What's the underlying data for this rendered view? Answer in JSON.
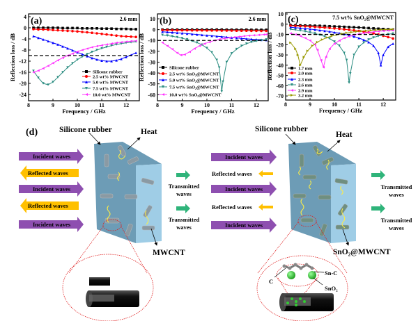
{
  "chart_data": [
    {
      "type": "line",
      "panel": "(a)",
      "note": "2.6 mm",
      "xlabel": "Frequency / GHz",
      "ylabel": "Reflection loss / dB",
      "xlim": [
        8,
        12.54
      ],
      "ylim": [
        -26.25,
        5
      ],
      "xticks": [
        8,
        9,
        10,
        11,
        12
      ],
      "yticks": [
        4,
        0,
        -4,
        -8,
        -12,
        -16,
        -20,
        -24
      ],
      "reference_line": -10,
      "legend_position": "bottom-right",
      "series": [
        {
          "name": "Silicone rubber",
          "color": "#000000",
          "marker": "square",
          "x": [
            8.2,
            8.4,
            8.6,
            8.8,
            9.0,
            9.2,
            9.4,
            9.6,
            9.8,
            10.0,
            10.2,
            10.4,
            10.6,
            10.8,
            11.0,
            11.2,
            11.4,
            11.6,
            11.8,
            12.0,
            12.2,
            12.4
          ],
          "y": [
            0,
            0,
            0,
            0,
            0,
            0,
            -0.1,
            -0.1,
            -0.1,
            -0.1,
            -0.2,
            -0.2,
            -0.2,
            -0.2,
            -0.3,
            -0.3,
            -0.3,
            -0.4,
            -0.4,
            -0.4,
            -0.5,
            -0.5
          ]
        },
        {
          "name": "2.5 wt% MWCNT",
          "color": "#ff0000",
          "marker": "circle",
          "x": [
            8.2,
            8.4,
            8.6,
            8.8,
            9.0,
            9.2,
            9.4,
            9.6,
            9.8,
            10.0,
            10.2,
            10.4,
            10.6,
            10.8,
            11.0,
            11.2,
            11.4,
            11.6,
            11.8,
            12.0,
            12.2,
            12.4
          ],
          "y": [
            -0.5,
            -0.6,
            -0.6,
            -0.7,
            -0.8,
            -0.9,
            -1.0,
            -1.1,
            -1.2,
            -1.3,
            -1.5,
            -1.6,
            -1.8,
            -2.0,
            -2.2,
            -2.4,
            -2.6,
            -2.8,
            -3.0,
            -3.1,
            -3.2,
            -3.3
          ]
        },
        {
          "name": "5.0 wt% MWCNT",
          "color": "#0000ff",
          "marker": "triangle-up",
          "x": [
            8.2,
            8.4,
            8.6,
            8.8,
            9.0,
            9.2,
            9.4,
            9.6,
            9.8,
            10.0,
            10.2,
            10.4,
            10.6,
            10.8,
            11.0,
            11.2,
            11.4,
            11.6,
            11.8,
            12.0,
            12.2,
            12.4
          ],
          "y": [
            -3.0,
            -3.6,
            -4.2,
            -4.8,
            -5.4,
            -6.0,
            -6.7,
            -7.4,
            -8.1,
            -8.8,
            -9.5,
            -10.2,
            -10.9,
            -11.4,
            -11.8,
            -12.0,
            -12.0,
            -11.7,
            -11.2,
            -10.5,
            -9.8,
            -9.0
          ]
        },
        {
          "name": "7.5 wt% MWCNT",
          "color": "#2a8c80",
          "marker": "triangle-down",
          "x": [
            8.2,
            8.4,
            8.6,
            8.8,
            9.0,
            9.2,
            9.4,
            9.6,
            9.8,
            10.0,
            10.2,
            10.4,
            10.6,
            10.8,
            11.0,
            11.2,
            11.4,
            11.6,
            11.8,
            12.0,
            12.2,
            12.4
          ],
          "y": [
            -15.5,
            -18,
            -20,
            -20.5,
            -19.5,
            -17.8,
            -16,
            -14.3,
            -12.8,
            -11.5,
            -10.4,
            -9.5,
            -8.7,
            -8,
            -7.4,
            -6.9,
            -6.4,
            -6,
            -5.7,
            -5.4,
            -5.2,
            -5.0
          ]
        },
        {
          "name": "10.0 wt% MWCNT",
          "color": "#ff33ff",
          "marker": "triangle-left",
          "x": [
            8.2,
            8.4,
            8.6,
            8.8,
            9.0,
            9.2,
            9.4,
            9.6,
            9.8,
            10.0,
            10.2,
            10.4,
            10.6,
            10.8,
            11.0,
            11.2,
            11.4,
            11.6,
            11.8,
            12.0,
            12.2,
            12.4
          ],
          "y": [
            -16,
            -15.4,
            -14.6,
            -13.7,
            -12.7,
            -11.7,
            -10.8,
            -10,
            -9.3,
            -8.6,
            -8,
            -7.5,
            -7,
            -6.6,
            -6.3,
            -6,
            -5.7,
            -5.4,
            -5.2,
            -5,
            -4.8,
            -4.7
          ]
        }
      ]
    },
    {
      "type": "line",
      "panel": "(b)",
      "note": "2.6 mm",
      "xlabel": "Frequency / GHz",
      "ylabel": "Reflection loss / dB",
      "xlim": [
        8,
        12.48
      ],
      "ylim": [
        -65.6,
        14.5
      ],
      "xticks": [
        8,
        9,
        10,
        11,
        12
      ],
      "yticks": [
        10,
        0,
        -10,
        -20,
        -30,
        -40,
        -50,
        -60
      ],
      "reference_line": -10,
      "legend_position": "bottom-left",
      "series": [
        {
          "name": "Silicone rubber",
          "color": "#000000",
          "marker": "square",
          "x": [
            8.2,
            8.4,
            8.6,
            8.8,
            9.0,
            9.2,
            9.4,
            9.6,
            9.8,
            10.0,
            10.2,
            10.4,
            10.6,
            10.8,
            11.0,
            11.2,
            11.4,
            11.6,
            11.8,
            12.0,
            12.2,
            12.4
          ],
          "y": [
            0,
            0,
            0,
            0,
            0,
            0,
            0,
            0,
            0,
            0,
            0,
            0,
            0,
            -0.1,
            -0.1,
            -0.1,
            -0.1,
            -0.1,
            -0.2,
            -0.2,
            -0.2,
            -0.2
          ]
        },
        {
          "name": "2.5 wt% SnO₂@MWCNT",
          "color": "#ff0000",
          "marker": "circle",
          "x": [
            8.2,
            8.4,
            8.6,
            8.8,
            9.0,
            9.2,
            9.4,
            9.6,
            9.8,
            10.0,
            10.2,
            10.4,
            10.6,
            10.8,
            11.0,
            11.2,
            11.4,
            11.6,
            11.8,
            12.0,
            12.2,
            12.4
          ],
          "y": [
            -0.5,
            -0.5,
            -0.5,
            -0.6,
            -0.6,
            -0.6,
            -0.7,
            -0.7,
            -0.7,
            -0.8,
            -0.8,
            -0.8,
            -0.9,
            -0.9,
            -0.9,
            -1.0,
            -1.0,
            -1.0,
            -1.1,
            -1.1,
            -1.2,
            -1.2
          ]
        },
        {
          "name": "5.0 wt% SnO₂@MWCNT",
          "color": "#0000ff",
          "marker": "triangle-up",
          "x": [
            8.2,
            8.4,
            8.6,
            8.8,
            9.0,
            9.2,
            9.4,
            9.6,
            9.8,
            10.0,
            10.2,
            10.4,
            10.6,
            10.8,
            11.0,
            11.2,
            11.4,
            11.6,
            11.8,
            12.0,
            12.2,
            12.4
          ],
          "y": [
            -2,
            -2.3,
            -2.6,
            -3,
            -3.3,
            -3.7,
            -4.1,
            -4.5,
            -4.9,
            -5.3,
            -5.7,
            -6.1,
            -6.5,
            -6.9,
            -7.3,
            -7.7,
            -8.1,
            -8.5,
            -8.8,
            -9.1,
            -9.4,
            -9.6
          ]
        },
        {
          "name": "7.5 wt% SnO₂@MWCNT",
          "color": "#2a8c80",
          "marker": "triangle-down",
          "x": [
            8.2,
            8.4,
            8.6,
            8.8,
            9.0,
            9.2,
            9.4,
            9.6,
            9.8,
            10.0,
            10.2,
            10.4,
            10.5,
            10.6,
            10.65,
            10.8,
            11.0,
            11.2,
            11.4,
            11.6,
            11.8,
            12.0,
            12.2,
            12.4
          ],
          "y": [
            -5,
            -5.5,
            -6.2,
            -7,
            -8,
            -9,
            -10.5,
            -12,
            -14,
            -17,
            -21,
            -28,
            -35,
            -57,
            -48,
            -30,
            -22,
            -18,
            -15,
            -13,
            -11.5,
            -10.5,
            -9.8,
            -9.2
          ]
        },
        {
          "name": "10.0 wt% SnO₂@MWCNT",
          "color": "#ff33ff",
          "marker": "triangle-left",
          "x": [
            8.2,
            8.4,
            8.6,
            8.8,
            8.95,
            9.1,
            9.3,
            9.5,
            9.7,
            9.9,
            10.1,
            10.3,
            10.5,
            10.7,
            10.9,
            11.1,
            11.3,
            11.5,
            11.7,
            11.9,
            12.1,
            12.3,
            12.4
          ],
          "y": [
            -12,
            -15,
            -18,
            -21.5,
            -23.5,
            -23,
            -20.5,
            -17.5,
            -15,
            -13,
            -11.5,
            -10,
            -9,
            -8.2,
            -7.5,
            -7,
            -6.5,
            -6,
            -5.6,
            -5.2,
            -4.9,
            -4.6,
            -4.4
          ]
        }
      ]
    },
    {
      "type": "line",
      "panel": "(c)",
      "note": "7.5 wt% SnO₂@MWCNT",
      "xlabel": "Frequency / GHz",
      "ylabel": "Reflection loss / dB",
      "xlim": [
        8,
        12.51
      ],
      "ylim": [
        -74,
        11.4
      ],
      "xticks": [
        8,
        9,
        10,
        11,
        12
      ],
      "yticks": [
        10,
        0,
        -10,
        -20,
        -30,
        -40,
        -50,
        -60,
        -70
      ],
      "reference_line": -10,
      "legend_position": "bottom-left",
      "series": [
        {
          "name": "1.7 mm",
          "color": "#000000",
          "marker": "square",
          "x": [
            8.2,
            8.4,
            8.6,
            8.8,
            9.0,
            9.2,
            9.4,
            9.6,
            9.8,
            10.0,
            10.2,
            10.4,
            10.6,
            10.8,
            11.0,
            11.2,
            11.4,
            11.6,
            11.8,
            12.0,
            12.2,
            12.4
          ],
          "y": [
            -1,
            -1.1,
            -1.2,
            -1.3,
            -1.4,
            -1.5,
            -1.6,
            -1.8,
            -2,
            -2.2,
            -2.4,
            -2.6,
            -2.8,
            -3,
            -3.2,
            -3.5,
            -3.8,
            -4.1,
            -4.4,
            -4.7,
            -5,
            -5.3
          ]
        },
        {
          "name": "2.0 mm",
          "color": "#ff0000",
          "marker": "circle",
          "x": [
            8.2,
            8.4,
            8.6,
            8.8,
            9.0,
            9.2,
            9.4,
            9.6,
            9.8,
            10.0,
            10.2,
            10.4,
            10.6,
            10.8,
            11.0,
            11.2,
            11.4,
            11.6,
            11.8,
            12.0,
            12.2,
            12.4
          ],
          "y": [
            -1.5,
            -1.7,
            -1.9,
            -2.1,
            -2.4,
            -2.7,
            -3,
            -3.3,
            -3.7,
            -4.1,
            -4.5,
            -5,
            -5.5,
            -6,
            -6.6,
            -7.3,
            -8,
            -9,
            -10,
            -11.3,
            -12.6,
            -14
          ]
        },
        {
          "name": "2.3 mm",
          "color": "#0000ff",
          "marker": "triangle-up",
          "x": [
            8.2,
            8.4,
            8.6,
            8.8,
            9.0,
            9.2,
            9.4,
            9.6,
            9.8,
            10.0,
            10.2,
            10.4,
            10.6,
            10.8,
            11.0,
            11.2,
            11.4,
            11.6,
            11.8,
            11.9,
            12.0,
            12.2,
            12.4
          ],
          "y": [
            -3,
            -3.4,
            -3.8,
            -4.3,
            -4.8,
            -5.3,
            -5.9,
            -6.5,
            -7.2,
            -8,
            -8.8,
            -9.7,
            -10.8,
            -12,
            -13.5,
            -15.3,
            -17.5,
            -21,
            -28,
            -40,
            -30,
            -22,
            -19
          ]
        },
        {
          "name": "2.6 mm",
          "color": "#2a8c80",
          "marker": "triangle-down",
          "x": [
            8.2,
            8.4,
            8.6,
            8.8,
            9.0,
            9.2,
            9.4,
            9.6,
            9.8,
            10.0,
            10.2,
            10.4,
            10.5,
            10.6,
            10.65,
            10.8,
            11.0,
            11.2,
            11.4,
            11.6,
            11.8,
            12.0,
            12.2,
            12.4
          ],
          "y": [
            -5,
            -5.5,
            -6.2,
            -7,
            -8,
            -9,
            -10.5,
            -12,
            -14,
            -17,
            -21,
            -28,
            -35,
            -57,
            -48,
            -30,
            -22,
            -18,
            -15,
            -13,
            -11.5,
            -10.5,
            -9.8,
            -9.2
          ]
        },
        {
          "name": "2.9 mm",
          "color": "#ff33ff",
          "marker": "triangle-left",
          "x": [
            8.2,
            8.4,
            8.6,
            8.8,
            9.0,
            9.2,
            9.3,
            9.45,
            9.55,
            9.65,
            9.8,
            10.0,
            10.2,
            10.4,
            10.6,
            10.8,
            11.0,
            11.2,
            11.4,
            11.6,
            11.8,
            12.0,
            12.2,
            12.4
          ],
          "y": [
            -9,
            -10,
            -11.5,
            -13.5,
            -16,
            -20,
            -25,
            -35,
            -42,
            -32,
            -24,
            -19,
            -16,
            -13.5,
            -12,
            -10.5,
            -9.5,
            -8.7,
            -8,
            -7.5,
            -7,
            -6.6,
            -6.2,
            -6
          ]
        },
        {
          "name": "3.2 mm",
          "color": "#999900",
          "marker": "triangle-right",
          "x": [
            8.2,
            8.4,
            8.5,
            8.6,
            8.75,
            8.9,
            9.1,
            9.3,
            9.5,
            9.7,
            9.9,
            10.1,
            10.3,
            10.5,
            10.7,
            10.9,
            11.1,
            11.3,
            11.5,
            11.7,
            11.9,
            12.1,
            12.3,
            12.4
          ],
          "y": [
            -18,
            -24,
            -30,
            -40,
            -32,
            -26,
            -21,
            -17.5,
            -15,
            -13,
            -11.5,
            -10.3,
            -9.3,
            -8.5,
            -7.8,
            -7.2,
            -6.7,
            -6.3,
            -6,
            -5.7,
            -5.4,
            -5.2,
            -5,
            -4.9
          ]
        }
      ]
    }
  ],
  "diagram": {
    "panel": "(d)",
    "left": {
      "matrix_label": "Silicone rubber",
      "heat_label": "Heat",
      "filler_label": "MWCNT",
      "arrows": [
        "Incident waves",
        "Reflected waves",
        "Incident waves",
        "Reflected waves",
        "Incident waves"
      ],
      "transmitted": [
        "Transmitted",
        "waves",
        "Transmitted",
        "waves"
      ]
    },
    "right": {
      "matrix_label": "Silicone rubber",
      "heat_label": "Heat",
      "filler_label": "SnO₂@MWCNT",
      "arrows": [
        "Incident waves",
        "Reflected waves",
        "Incident waves",
        "Reflected waves",
        "Incident waves"
      ],
      "transmitted": [
        "Transmitted",
        "waves",
        "Transmitted",
        "waves"
      ],
      "atom_labels": {
        "carbon": "C",
        "bond": "Sn-C",
        "oxide": "SnO₂"
      }
    },
    "colors": {
      "incident": "#8e4fb0",
      "reflected": "#ffc000",
      "transmitted": "#2fb47a",
      "slab_front": "#6d9cb6",
      "slab_side": "#9fcde6",
      "zoom_circle": "#e02020"
    }
  }
}
